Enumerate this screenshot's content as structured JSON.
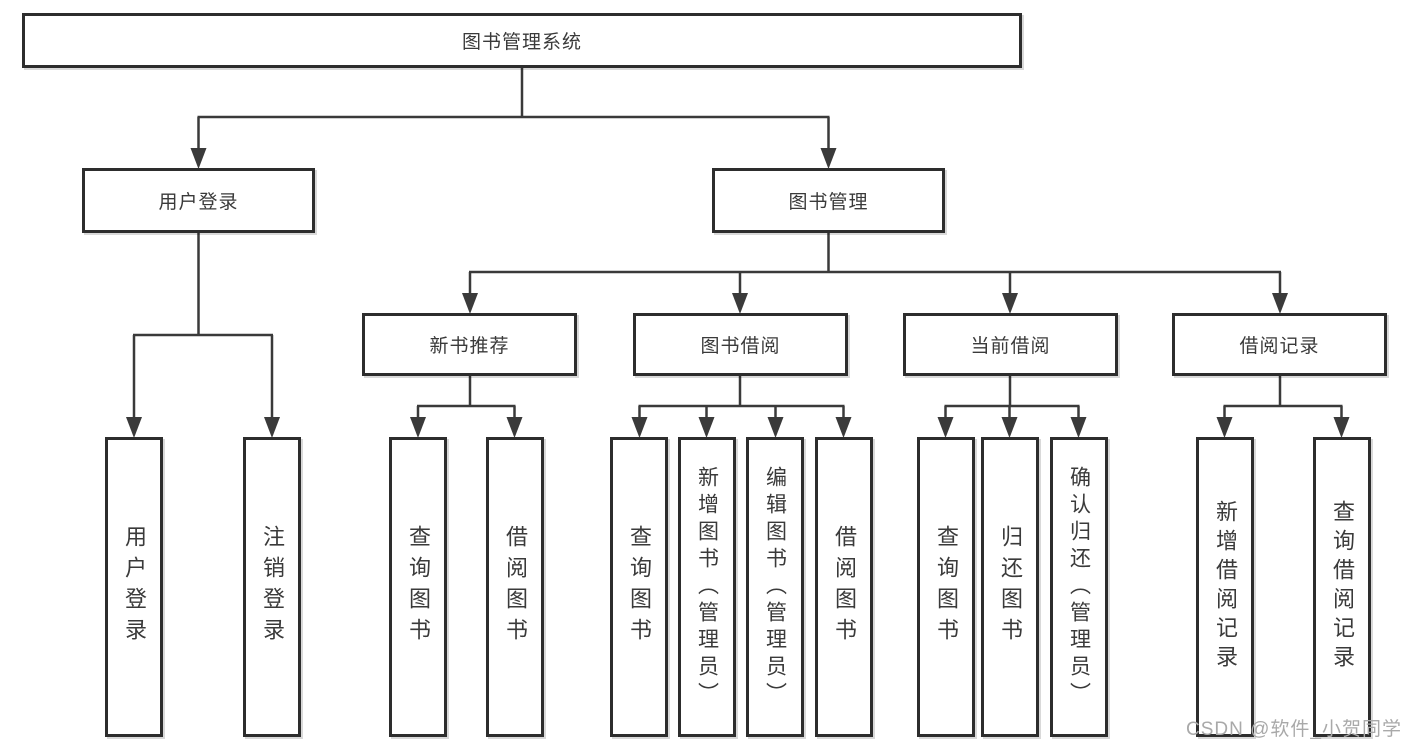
{
  "colors": {
    "line": "#3a3a3a",
    "box_border": "#2d2d2d",
    "text": "#3a3a3a",
    "watermark": "#a9a9a9",
    "background": "#ffffff"
  },
  "watermark": {
    "text": "CSDN @软件_小贺同学"
  },
  "tree": {
    "root": "图书管理系统",
    "level2": [
      {
        "label": "用户登录",
        "children": [
          "用户登录",
          "注销登录"
        ]
      },
      {
        "label": "图书管理",
        "children_groups": [
          {
            "label": "新书推荐",
            "children": [
              "查询图书",
              "借阅图书"
            ]
          },
          {
            "label": "图书借阅",
            "children": [
              "查询图书",
              "新增图书（管理员）",
              "编辑图书（管理员）",
              "借阅图书"
            ]
          },
          {
            "label": "当前借阅",
            "children": [
              "查询图书",
              "归还图书",
              "确认归还（管理员）"
            ]
          },
          {
            "label": "借阅记录",
            "children": [
              "新增借阅记录",
              "查询借阅记录"
            ]
          }
        ]
      }
    ]
  }
}
